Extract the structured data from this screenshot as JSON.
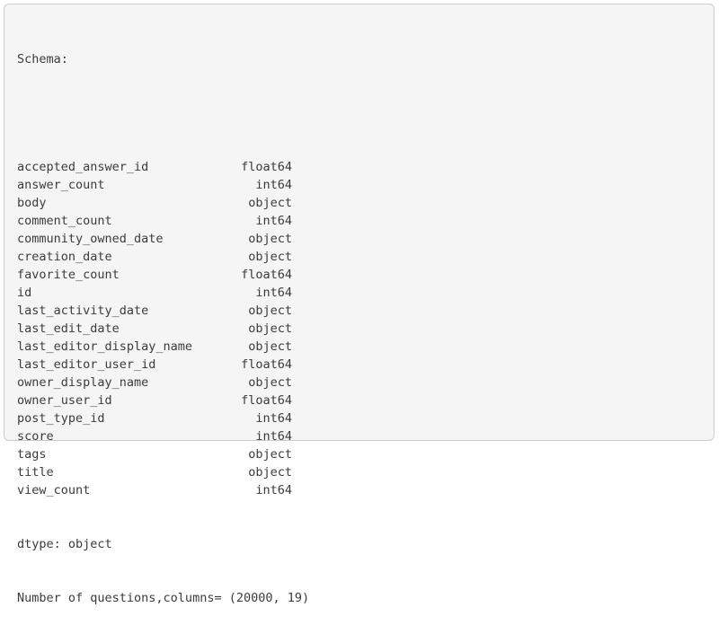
{
  "panel": {
    "title": "Schema:",
    "columns": [
      {
        "name": "accepted_answer_id",
        "dtype": "float64"
      },
      {
        "name": "answer_count",
        "dtype": "int64"
      },
      {
        "name": "body",
        "dtype": "object"
      },
      {
        "name": "comment_count",
        "dtype": "int64"
      },
      {
        "name": "community_owned_date",
        "dtype": "object"
      },
      {
        "name": "creation_date",
        "dtype": "object"
      },
      {
        "name": "favorite_count",
        "dtype": "float64"
      },
      {
        "name": "id",
        "dtype": "int64"
      },
      {
        "name": "last_activity_date",
        "dtype": "object"
      },
      {
        "name": "last_edit_date",
        "dtype": "object"
      },
      {
        "name": "last_editor_display_name",
        "dtype": "object"
      },
      {
        "name": "last_editor_user_id",
        "dtype": "float64"
      },
      {
        "name": "owner_display_name",
        "dtype": "object"
      },
      {
        "name": "owner_user_id",
        "dtype": "float64"
      },
      {
        "name": "post_type_id",
        "dtype": "int64"
      },
      {
        "name": "score",
        "dtype": "int64"
      },
      {
        "name": "tags",
        "dtype": "object"
      },
      {
        "name": "title",
        "dtype": "object"
      },
      {
        "name": "view_count",
        "dtype": "int64"
      }
    ],
    "dtype_line": "dtype: object",
    "summary_line": "Number of questions,columns= (20000, 19)"
  },
  "colors": {
    "panel_background": "#f5f5f5",
    "panel_border": "#cccccc",
    "text": "#3b3b3b"
  }
}
